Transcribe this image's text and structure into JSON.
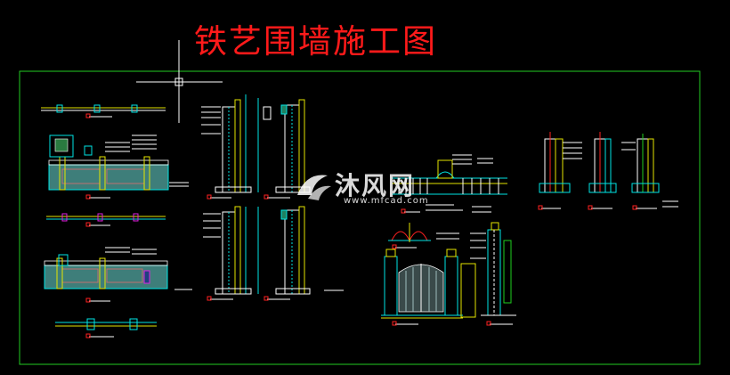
{
  "drawing": {
    "title": "铁艺围墙施工图",
    "colors": {
      "background": "#000000",
      "title": "#ff1a1a",
      "frame": "#22cc22",
      "cyan": "#00e5e5",
      "white": "#ffffff",
      "yellow": "#e5e500",
      "red": "#ff2020",
      "magenta": "#e020e0",
      "green": "#20d020"
    }
  },
  "watermark": {
    "brand_cn": "沐风网",
    "url": "www.mfcad.com",
    "logo_icon": "mufeng-logo-icon"
  }
}
